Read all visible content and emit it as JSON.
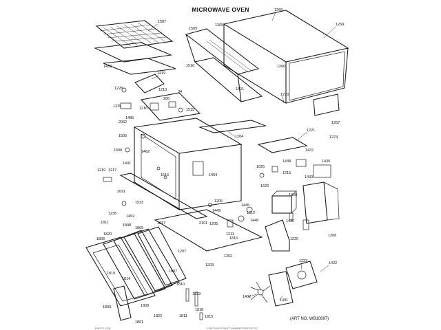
{
  "title": "MICROWAVE OVEN",
  "art_number": "(ART NO. WB10897)",
  "footer": {
    "left": "PARTS FOR",
    "middle": "FOR SALES PART NUMBER REFER TO",
    "right": ""
  },
  "part_labels": {
    "p1507": "1507",
    "p1509": "1509",
    "p1265": "1265",
    "p1268": "1268",
    "p1269": "1269",
    "p1453": "1453",
    "p1516": "1516",
    "p1521": "1521",
    "p1266": "1266",
    "p1419": "1419",
    "p1228": "1228",
    "p1210": "1210",
    "p34": "34",
    "p280": "280",
    "p1273": "1273",
    "p1225": "1225",
    "p1216": "1216",
    "p1515": "1515",
    "p1485": "1485",
    "p2062": "2062",
    "p1267": "1267",
    "p1505": "1505",
    "p1204": "1204",
    "p1221": "1221",
    "p1274": "1274",
    "p1462": "1462",
    "p1500": "1500",
    "p1437": "1437",
    "p1438": "1438",
    "p1439": "1439",
    "p1401": "1401",
    "p1625": "1625",
    "p1215": "1215",
    "p1219": "1219",
    "p1217": "1217",
    "p1454": "1454",
    "p1626": "1626",
    "p1433": "1433",
    "p1516b": "1516",
    "p2091": "2091",
    "p1523": "1523",
    "p1205": "1205",
    "p1428": "1428",
    "p1445": "1445",
    "p1449": "1449",
    "p1236": "1236",
    "p1452": "1452",
    "p1212": "1212",
    "p1448": "1448",
    "p1211": "1211",
    "p1430": "1430",
    "p1208": "1208",
    "p1817": "1817",
    "p1811": "1811",
    "p1808": "1808",
    "p1805": "1805",
    "p2101": "2101",
    "p1205b": "1205",
    "p1220": "1220",
    "p1816": "1816",
    "p1806": "1806",
    "p1820": "1820",
    "p1207": "1207",
    "p1202": "1202",
    "p1203": "1203",
    "p1819": "1819",
    "p1814": "1814",
    "p1807": "1807",
    "p1223": "1223",
    "p1422": "1422",
    "p1810": "1810",
    "p1823": "1823",
    "p1402": "1402",
    "p1491": "1491",
    "p1803": "1803",
    "p1809": "1809",
    "p1822": "1822",
    "p1801": "1801",
    "p1818": "1818",
    "p1815": "1815",
    "p1811b": "1811"
  }
}
